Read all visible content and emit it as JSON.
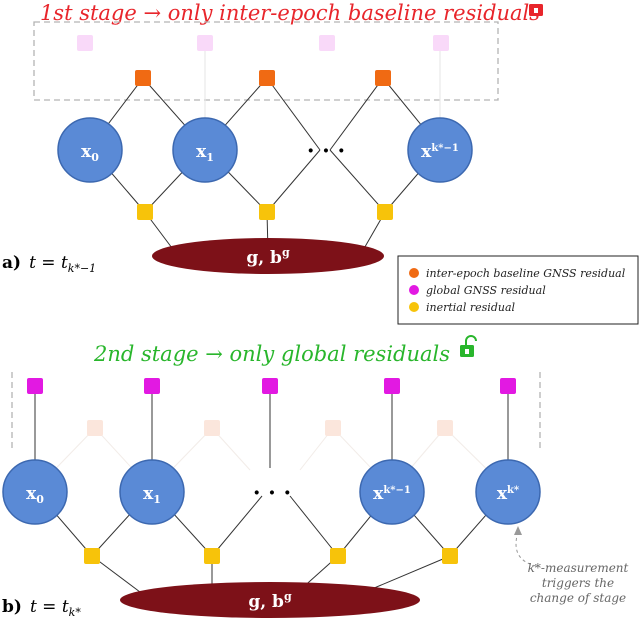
{
  "stage1": {
    "title": "1st stage → only inter-epoch baseline residuals",
    "title_color": "#e8252b",
    "lock_icon": "locked-padlock-icon",
    "panel_label_bold": "a)",
    "panel_label_eq": "t = t",
    "panel_label_sub": "k*−1",
    "nodes": [
      "x",
      "x",
      "· · ·",
      "x"
    ],
    "node_subs": [
      "0",
      "1",
      "",
      "k*−1"
    ],
    "bias_label": "g, b",
    "bias_sup": "g"
  },
  "stage2": {
    "title": "2nd stage → only global residuals",
    "title_color": "#29b62c",
    "lock_icon": "unlocked-padlock-icon",
    "panel_label_bold": "b)",
    "panel_label_eq": "t = t",
    "panel_label_sub": "k*",
    "nodes": [
      "x",
      "x",
      "· · ·",
      "x",
      "x"
    ],
    "node_subs": [
      "0",
      "1",
      "",
      "k*−1",
      "k*"
    ],
    "bias_label": "g, b",
    "bias_sup": "g",
    "note": [
      "k*-measurement",
      "triggers the",
      "change of stage"
    ]
  },
  "legend": [
    {
      "label": "inter-epoch baseline GNSS residual",
      "color": "#f06a13"
    },
    {
      "label": "global GNSS residual",
      "color": "#e219e2"
    },
    {
      "label": "inertial residual",
      "color": "#f7c30a"
    }
  ],
  "colors": {
    "state_node": "#5a8ad6",
    "bias_node": "#7d1118",
    "inter_epoch_active": "#f06a13",
    "inter_epoch_faded": "#fbe6dc",
    "global_active": "#e219e2",
    "global_faded": "#f9d9f9",
    "inertial": "#f7c30a"
  }
}
